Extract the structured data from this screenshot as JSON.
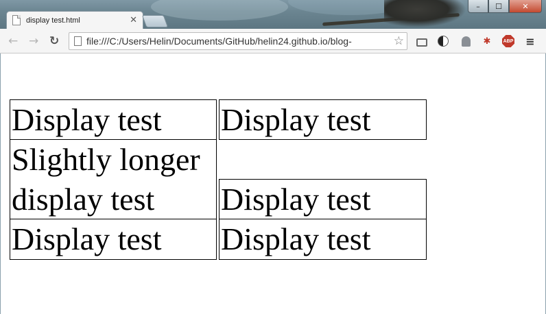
{
  "window": {
    "controls": {
      "minimize": "–",
      "maximize": "☐",
      "close": "✕"
    }
  },
  "tab": {
    "title": "display test.html",
    "close_glyph": "✕"
  },
  "toolbar": {
    "back_glyph": "←",
    "forward_glyph": "→",
    "reload_glyph": "↻",
    "url": "file:///C:/Users/Helin/Documents/GitHub/helin24.github.io/blog-",
    "star_glyph": "☆",
    "extensions": [
      "cast-icon",
      "high-contrast-icon",
      "ghostery-icon",
      "spider-icon",
      "adblock-plus-icon"
    ],
    "abp_label": "ABP",
    "menu_glyph": "≡"
  },
  "content": {
    "cells": [
      "Display test",
      "Display test",
      "Slightly longer display test",
      "Display test",
      "Display test",
      "Display test"
    ]
  }
}
